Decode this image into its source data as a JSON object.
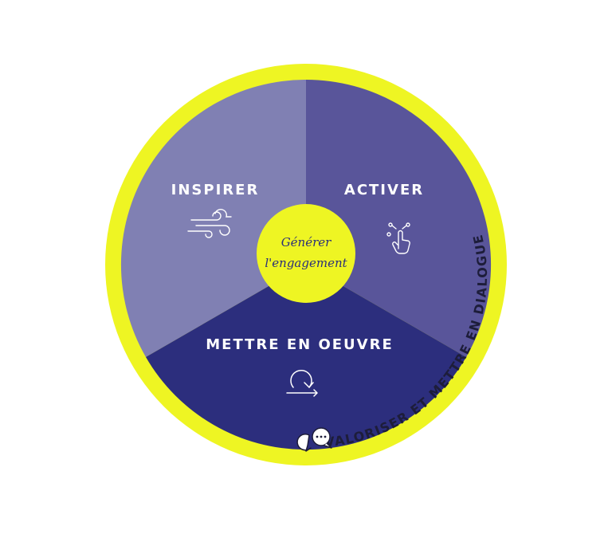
{
  "segments": {
    "inspirer": {
      "label": "INSPIRER",
      "color": "#8080b3",
      "icon": "wind-icon"
    },
    "activer": {
      "label": "ACTIVER",
      "color": "#59559a",
      "icon": "touch-icon"
    },
    "mettre": {
      "label": "METTRE EN OEUVRE",
      "color": "#2c2e7d",
      "icon": "cycle-arrow-icon"
    }
  },
  "center": {
    "line1": "Générer",
    "line2": "l'engagement",
    "color": "#eef523"
  },
  "ring": {
    "label": "VALORISER ET METTRE EN DIALOGUE",
    "color": "#eef523",
    "icon": "speech-bubbles-icon"
  }
}
